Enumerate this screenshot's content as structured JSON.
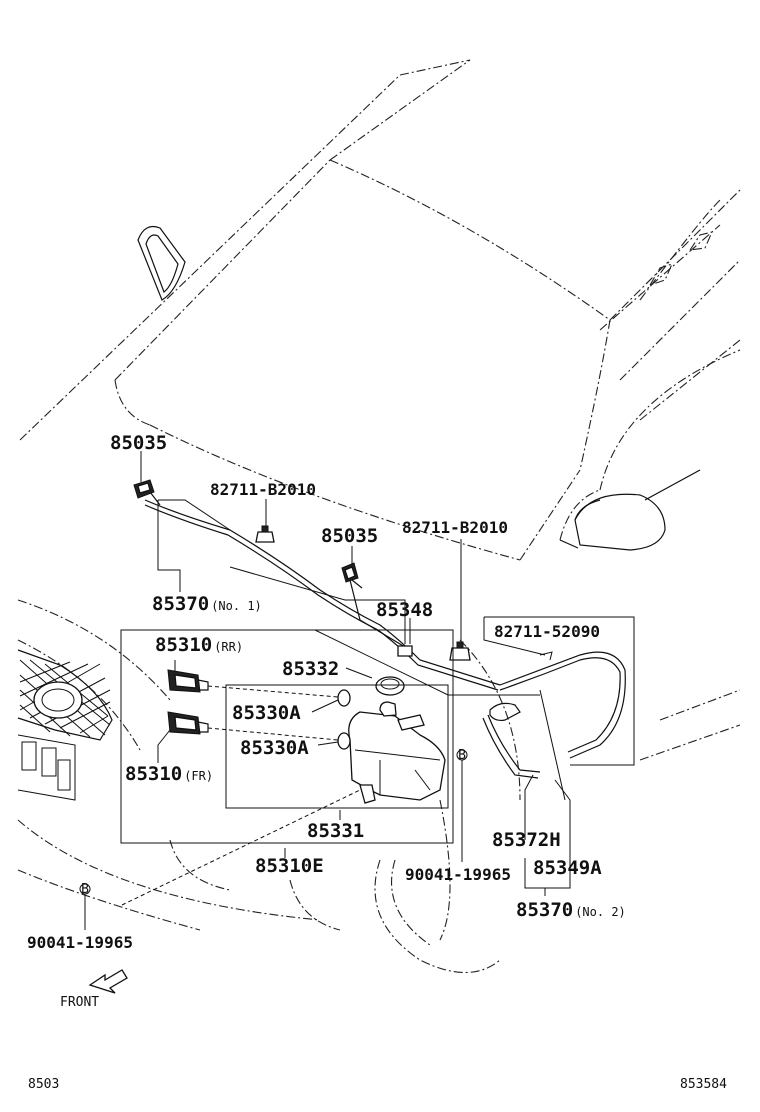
{
  "labels": {
    "p85035_a": "85035",
    "p82711_b2010_a": "82711-B2010",
    "p85035_b": "85035",
    "p82711_b2010_b": "82711-B2010",
    "p85370_no1": "85370",
    "no1_suffix": "(No. 1)",
    "p85348": "85348",
    "p82711_52090": "82711-52090",
    "p85310_rr": "85310",
    "rr_suffix": "(RR)",
    "p85332": "85332",
    "p85330a_a": "85330A",
    "p85330a_b": "85330A",
    "p85310_fr": "85310",
    "fr_suffix": "(FR)",
    "p85331": "85331",
    "p85310e": "85310E",
    "p90041_19965_a": "90041-19965",
    "p90041_19965_b": "90041-19965",
    "p85372h": "85372H",
    "p85349a": "85349A",
    "p85370_no2": "85370",
    "no2_suffix": "(No. 2)",
    "circle_b": "B",
    "front": "FRONT"
  },
  "footer": {
    "left_code": "8503",
    "right_code": "853584"
  }
}
